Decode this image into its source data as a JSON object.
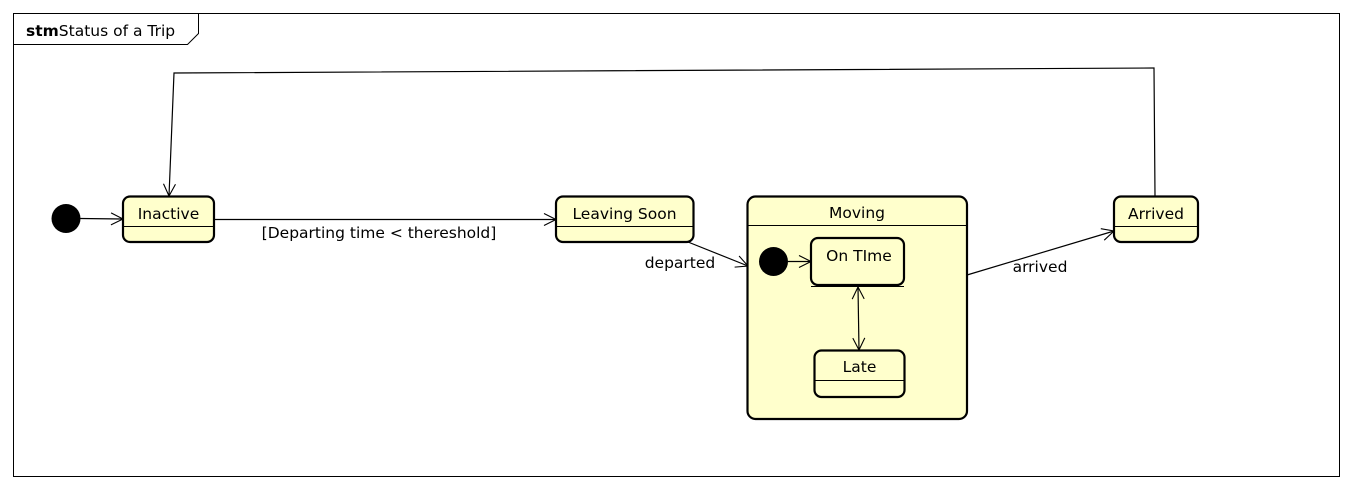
{
  "frame": {
    "keyword": "stm",
    "title": "Status of a Trip"
  },
  "states": {
    "inactive": "Inactive",
    "leaving_soon": "Leaving Soon",
    "moving": "Moving",
    "on_time": "On TIme",
    "late": "Late",
    "arrived": "Arrived"
  },
  "transitions": {
    "inactive_to_leaving_soon": "[Departing time < thereshold]",
    "leaving_soon_to_moving": "departed",
    "moving_to_arrived": "arrived"
  },
  "colors": {
    "state_fill": "#ffffcc",
    "stroke": "#000000",
    "background": "#ffffff"
  }
}
